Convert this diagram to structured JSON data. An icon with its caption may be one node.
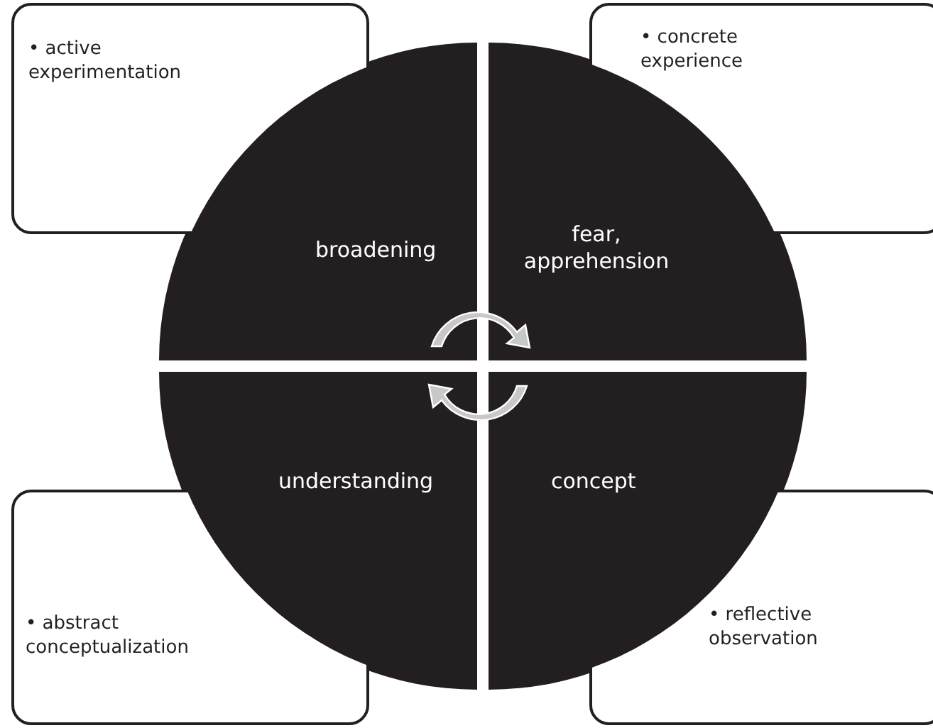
{
  "diagram": {
    "nodes": [
      {
        "text": [
          "• active experimentation"
        ]
      },
      {
        "text": [
          "• concrete experience"
        ]
      },
      {
        "text": [
          "broadening"
        ]
      },
      {
        "text": [
          "fear, apprehension"
        ]
      },
      {
        "text": [
          "understanding"
        ]
      },
      {
        "text": [
          "concept"
        ]
      },
      {
        "text": [
          "• abstract conceptualization"
        ]
      },
      {
        "text": [
          "• reflective observation"
        ]
      }
    ]
  }
}
